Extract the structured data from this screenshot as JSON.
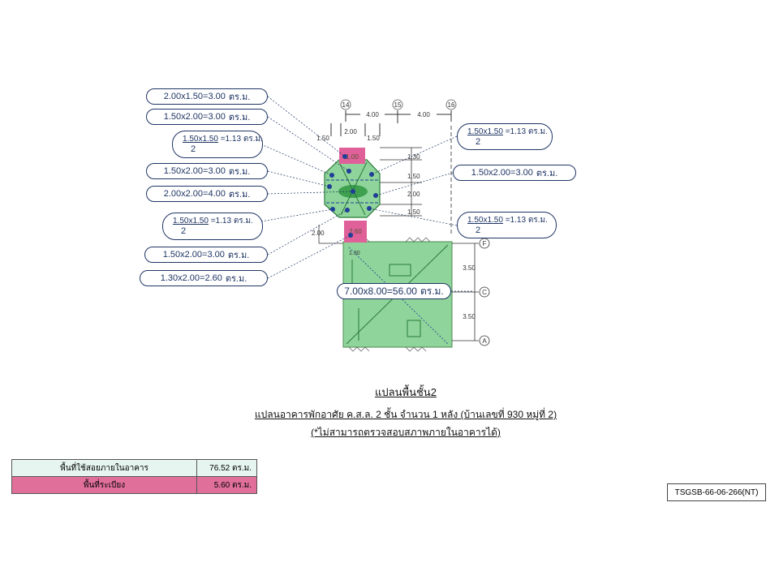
{
  "drawing": {
    "grid_top": [
      "14",
      "15",
      "16"
    ],
    "grid_right": [
      "F",
      "C",
      "A"
    ],
    "dim_top_spans": [
      "4.00",
      "4.00"
    ],
    "dim_top_sub": [
      "1.50",
      "2.00",
      "1.50"
    ],
    "dim_right_upper": [
      "1.30",
      "1.50",
      "2.00",
      "1.50"
    ],
    "dim_right_lower": [
      "3.50",
      "3.50"
    ],
    "dim_left": "2.00",
    "balcony_top_label": "1.00",
    "balcony_bottom_label": "2.60",
    "main_small_label": "1.30",
    "colors": {
      "living_area": "#8fd49a",
      "balcony_area": "#e0609a",
      "callout_border": "#1f3564",
      "point": "#1f3f99"
    }
  },
  "callouts_left": [
    {
      "text": "2.00x1.50=3.00",
      "unit": "ตร.ม."
    },
    {
      "text": "1.50x2.00=3.00",
      "unit": "ตร.ม."
    },
    {
      "numerator": "1.50x1.50",
      "result": "=1.13",
      "denominator": "2",
      "unit": "ตร.ม."
    },
    {
      "text": "1.50x2.00=3.00",
      "unit": "ตร.ม."
    },
    {
      "text": "2.00x2.00=4.00",
      "unit": "ตร.ม."
    },
    {
      "numerator": "1.50x1.50",
      "result": "=1.13",
      "denominator": "2",
      "unit": "ตร.ม."
    },
    {
      "text": "1.50x2.00=3.00",
      "unit": "ตร.ม."
    },
    {
      "text": "1.30x2.00=2.60",
      "unit": "ตร.ม."
    }
  ],
  "callouts_right": [
    {
      "numerator": "1.50x1.50",
      "result": "=1.13",
      "denominator": "2",
      "unit": "ตร.ม."
    },
    {
      "text": "1.50x2.00=3.00",
      "unit": "ตร.ม."
    },
    {
      "numerator": "1.50x1.50",
      "result": "=1.13",
      "denominator": "2",
      "unit": "ตร.ม."
    }
  ],
  "callout_main": {
    "text": "7.00x8.00=56.00",
    "unit": "ตร.ม."
  },
  "captions": {
    "title": "แปลนพื้นชั้น2",
    "subtitle": "แปลนอาคารพักอาศัย ค.ส.ล. 2 ชั้น จำนวน 1 หลัง (บ้านเลขที่ 930 หมู่ที่ 2)",
    "note": "(*ไม่สามารถตรวจสอบสภาพภายในอาคารได้)"
  },
  "summary": [
    {
      "label": "พื้นที่ใช้สอยภายในอาคาร",
      "value": "76.52 ตร.ม.",
      "color": "#e6f5ef"
    },
    {
      "label": "พื้นที่ระเบียง",
      "value": "5.60 ตร.ม.",
      "color": "#e0709a"
    }
  ],
  "document_code": "TSGSB-66-06-266(NT)"
}
